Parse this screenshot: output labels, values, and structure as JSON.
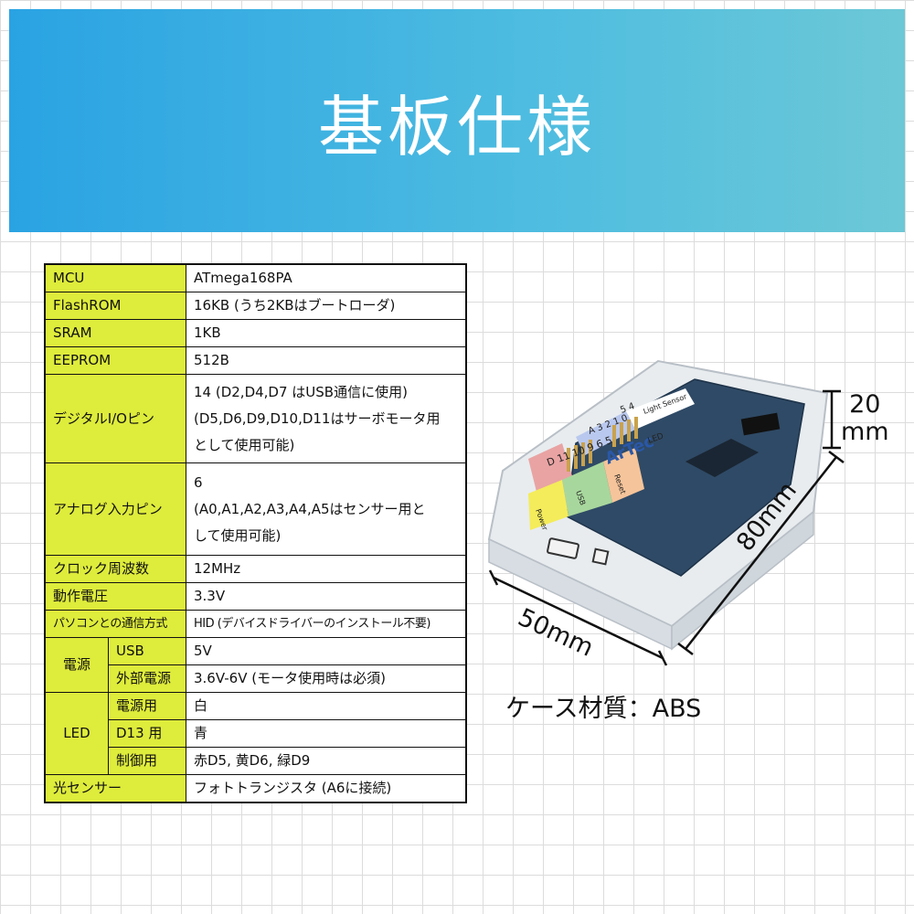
{
  "title": "基板仕様",
  "specs": {
    "mcu": {
      "label": "MCU",
      "value": "ATmega168PA"
    },
    "flash": {
      "label": "FlashROM",
      "value": "16KB (うち2KBはブートローダ)"
    },
    "sram": {
      "label": "SRAM",
      "value": "1KB"
    },
    "eeprom": {
      "label": "EEPROM",
      "value": "512B"
    },
    "digital": {
      "label": "デジタルI/Oピン",
      "lines": [
        "14 (D2,D4,D7 はUSB通信に使用)",
        "(D5,D6,D9,D10,D11はサーボモータ用",
        "として使用可能)"
      ]
    },
    "analog": {
      "label": "アナログ入力ピン",
      "lines": [
        "6",
        "(A0,A1,A2,A3,A4,A5はセンサー用と",
        "して使用可能)"
      ]
    },
    "clock": {
      "label": "クロック周波数",
      "value": "12MHz"
    },
    "voltage": {
      "label": "動作電圧",
      "value": "3.3V"
    },
    "pc": {
      "label": "パソコンとの通信方式",
      "value": "HID (デバイスドライバーのインストール不要)"
    },
    "power": {
      "label": "電源",
      "rows": [
        {
          "label": "USB",
          "value": "5V"
        },
        {
          "label": "外部電源",
          "value": "3.6V-6V (モータ使用時は必須)"
        }
      ]
    },
    "led": {
      "label": "LED",
      "rows": [
        {
          "label": "電源用",
          "value": "白"
        },
        {
          "label": "D13 用",
          "value": "青"
        },
        {
          "label": "制御用",
          "value": "赤D5, 黄D6, 緑D9"
        }
      ]
    },
    "light": {
      "label": "光センサー",
      "value": "フォトトランジスタ (A6に接続)"
    }
  },
  "product": {
    "labels": {
      "d_pins": "D 11 10 9 6 5",
      "a_pins": "A 3 2 1 0",
      "a_pins2": "5 4",
      "power": "Power",
      "usb": "USB",
      "reset": "Reset",
      "led": "LED",
      "light": "Light Sensor",
      "brand": "ArTec"
    },
    "dims": {
      "height": "20",
      "height_unit": "mm",
      "depth": "80mm",
      "width": "50mm"
    },
    "material": "ケース材質：ABS"
  },
  "colors": {
    "banner_start": "#2aa3e3",
    "banner_end": "#6cc8d6",
    "label_bg": "#deec3b"
  }
}
